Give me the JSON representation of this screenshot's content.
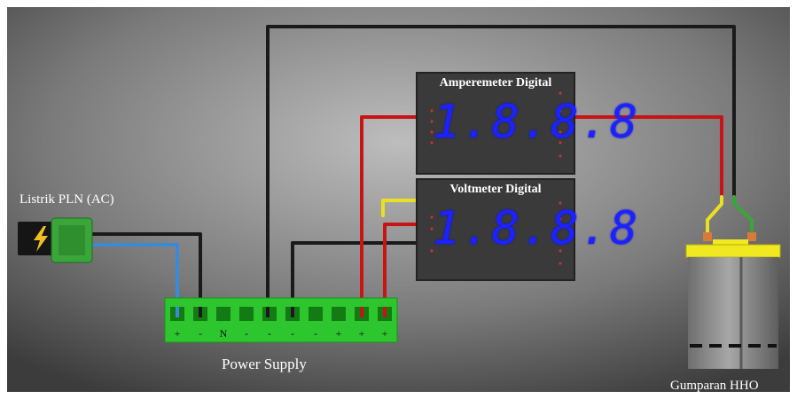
{
  "labels": {
    "source": "Listrik PLN (AC)",
    "power_supply": "Power Supply",
    "load": "Gumparan HHO"
  },
  "ammeter": {
    "title": "Amperemeter Digital",
    "reading": "1.8.8.8"
  },
  "voltmeter": {
    "title": "Voltmeter Digital",
    "reading": "1.8.8.8"
  },
  "terminals": [
    "+",
    "-",
    "N",
    "-",
    "-",
    "-",
    "-",
    "+",
    "+",
    "+"
  ],
  "colors": {
    "wire_black": "#1a1a1a",
    "wire_red": "#c81414",
    "wire_blue": "#3a8ad8",
    "wire_yellow": "#e8e020",
    "wire_green": "#3aa63a",
    "terminal_block": "#2ec62e",
    "meter_body": "#3a3a3a",
    "display_digits": "#1c22ff",
    "cell_cap": "#f0e820",
    "cell_body": "#8a8a8a"
  },
  "icons": [
    "lightning-icon"
  ]
}
